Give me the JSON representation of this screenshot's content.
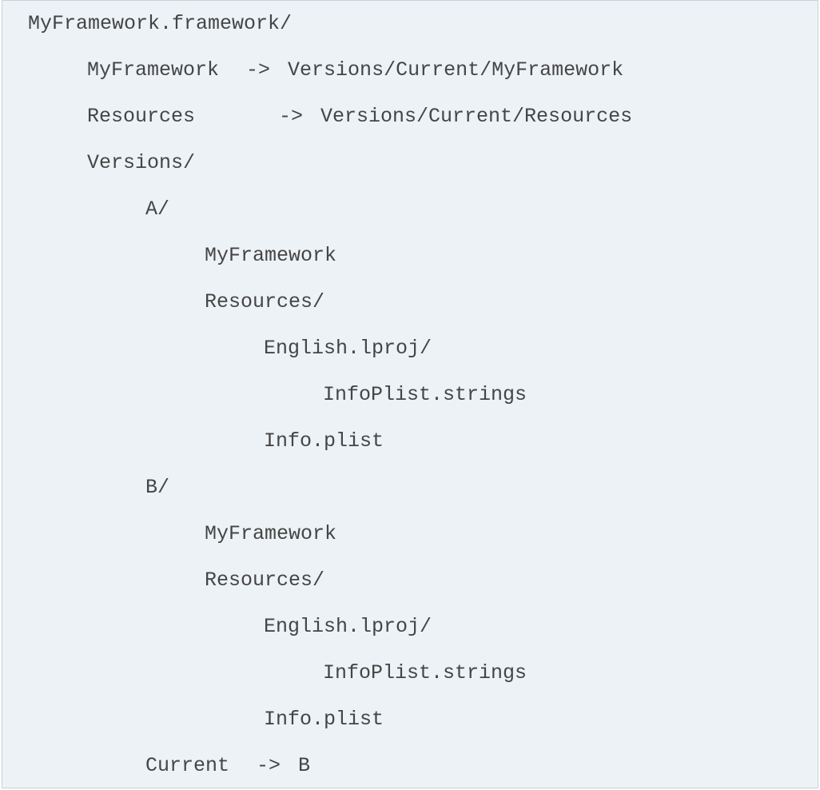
{
  "tree": {
    "root": "MyFramework.framework/",
    "link_binary": {
      "name": "MyFramework",
      "arrow": "->",
      "target": "Versions/Current/MyFramework"
    },
    "link_resources": {
      "name": "Resources",
      "arrow": "->",
      "target": "Versions/Current/Resources"
    },
    "versions_dir": "Versions/",
    "version_a": {
      "dir": "A/",
      "binary": "MyFramework",
      "resources_dir": "Resources/",
      "lproj_dir": "English.lproj/",
      "strings_file": "InfoPlist.strings",
      "plist_file": "Info.plist"
    },
    "version_b": {
      "dir": "B/",
      "binary": "MyFramework",
      "resources_dir": "Resources/",
      "lproj_dir": "English.lproj/",
      "strings_file": "InfoPlist.strings",
      "plist_file": "Info.plist"
    },
    "link_current": {
      "name": "Current",
      "arrow": "->",
      "target": "B"
    }
  }
}
